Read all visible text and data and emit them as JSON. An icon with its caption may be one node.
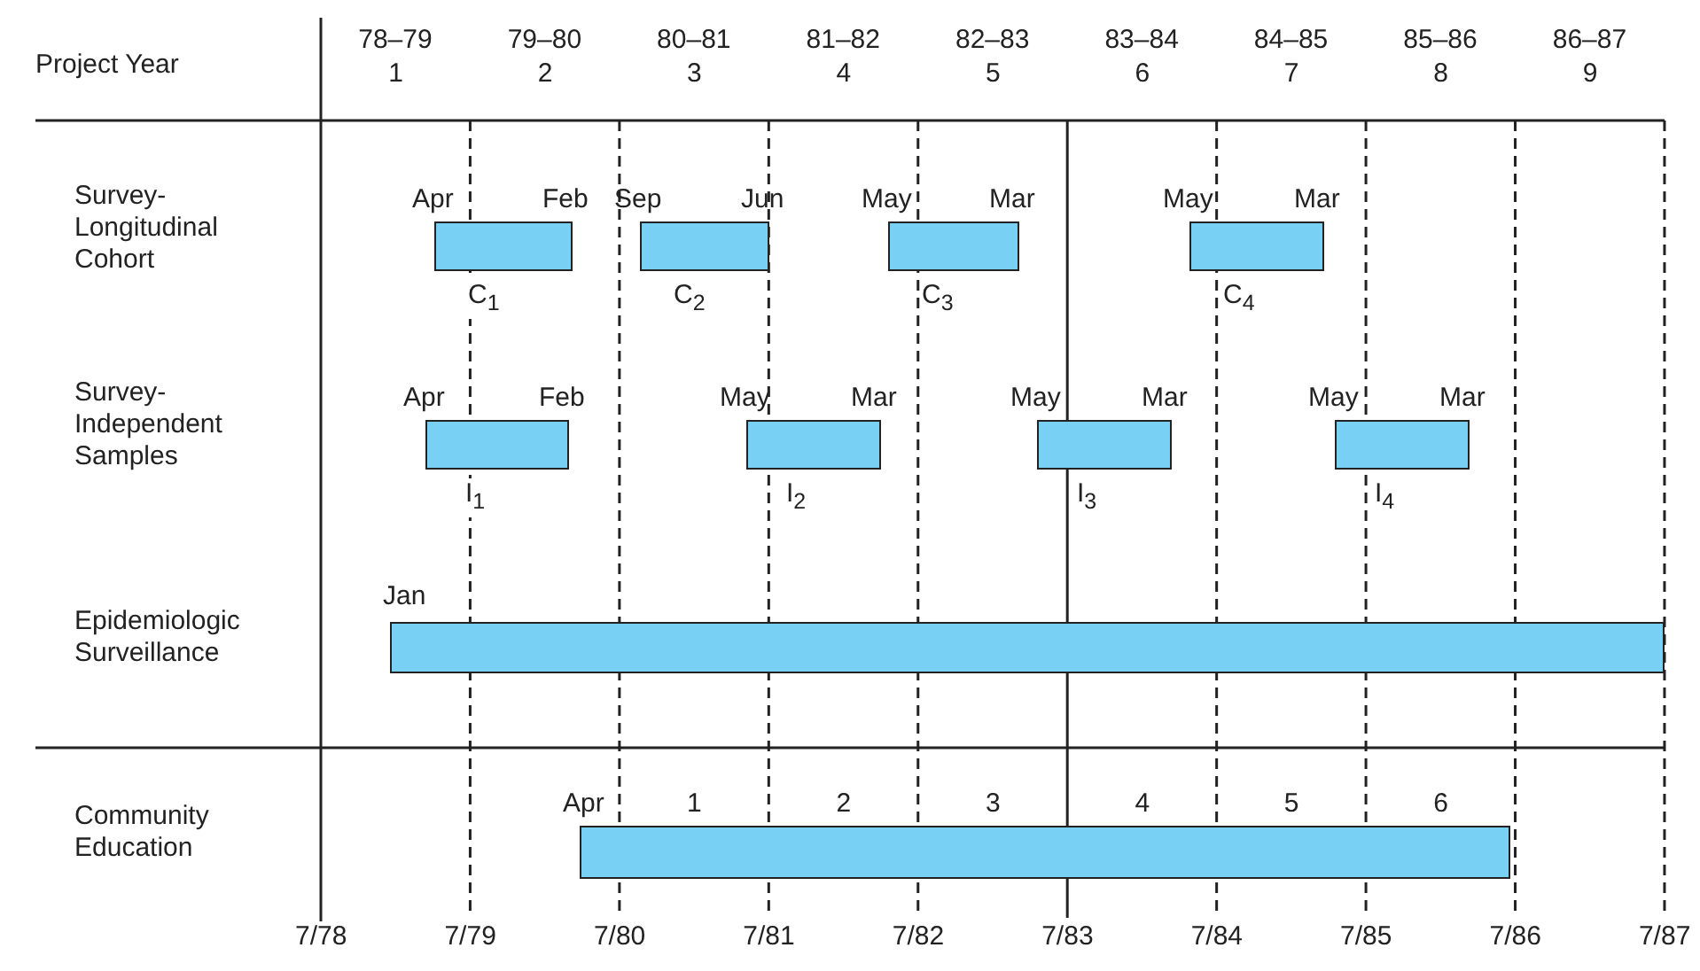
{
  "diagram": {
    "nodes": [
      {
        "text": [],
        "shape": "bar",
        "beside": [
          "Apr",
          "Feb",
          "C$_{1}$"
        ]
      },
      {
        "text": [],
        "shape": "bar",
        "beside": [
          "Sep",
          "Jun",
          "C$_{2}$"
        ]
      },
      {
        "text": [],
        "shape": "bar",
        "beside": [
          "May",
          "Mar",
          "C$_{3}$"
        ]
      },
      {
        "text": [],
        "shape": "bar",
        "beside": [
          "May",
          "Mar",
          "C$_{4}$"
        ]
      },
      {
        "text": [],
        "shape": "bar",
        "beside": [
          "Apr",
          "Feb",
          "I$_{1}$"
        ]
      },
      {
        "text": [],
        "shape": "bar",
        "beside": [
          "May",
          "Mar",
          "I$_{2}$"
        ]
      },
      {
        "text": [],
        "shape": "bar",
        "beside": [
          "May",
          "Mar",
          "I$_{3}$"
        ]
      },
      {
        "text": [],
        "shape": "bar",
        "beside": [
          "May",
          "Mar",
          "I$_{4}$"
        ]
      },
      {
        "text": [],
        "shape": "bar",
        "beside": [
          "Jan"
        ]
      },
      {
        "text": [],
        "shape": "bar",
        "beside": [
          "Apr",
          "1",
          "2",
          "3",
          "4",
          "5",
          "6"
        ]
      }
    ],
    "labels": [
      "Project Year",
      "78–79",
      "79–80",
      "80–81",
      "81–82",
      "82–83",
      "83–84",
      "84–85",
      "85–86",
      "86–87",
      "1",
      "2",
      "3",
      "4",
      "5",
      "6",
      "7",
      "8",
      "9",
      "Survey- Longitudinal Cohort",
      "Survey- Independent Samples",
      "Epidemiologic Surveillance",
      "Community Education",
      "7/78",
      "7/79",
      "7/80",
      "7/81",
      "7/82",
      "7/83",
      "7/84",
      "7/85",
      "7/86",
      "7/87"
    ]
  }
}
